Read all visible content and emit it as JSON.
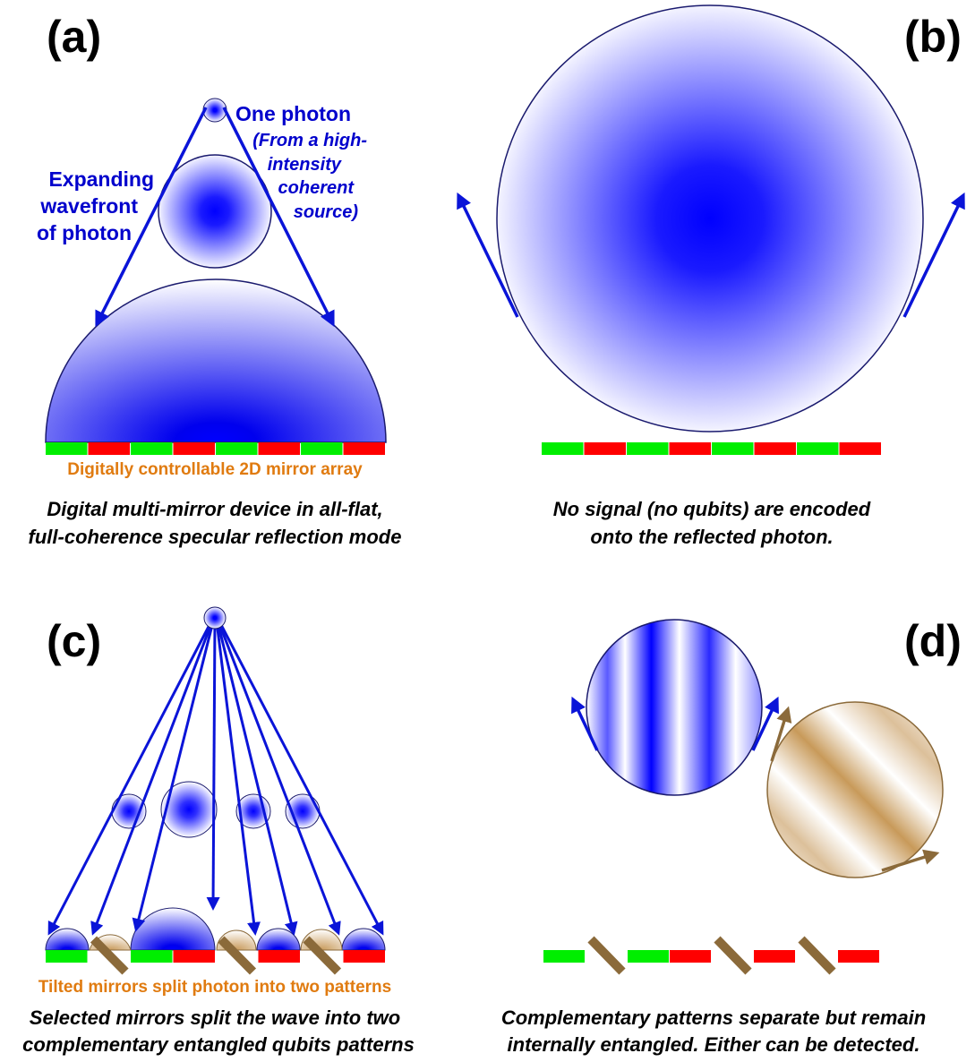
{
  "panels": {
    "a": {
      "label": "(a)",
      "photon_label": "One photon",
      "source_note": [
        "(From a high-",
        "intensity",
        "coherent",
        "source)"
      ],
      "wavefront_label": [
        "Expanding",
        "wavefront",
        "of photon"
      ],
      "mirror_array_label": "Digitally controllable 2D mirror array",
      "caption": [
        "Digital multi-mirror device in all-flat,",
        "full-coherence specular reflection mode"
      ]
    },
    "b": {
      "label": "(b)",
      "caption": [
        "No signal (no qubits) are encoded",
        "onto the reflected photon."
      ]
    },
    "c": {
      "label": "(c)",
      "tilted_label": "Tilted mirrors split photon into two patterns",
      "caption": [
        "Selected mirrors split the wave into two",
        "complementary entangled qubits patterns"
      ]
    },
    "d": {
      "label": "(d)",
      "caption": [
        "Complementary patterns separate but remain",
        "internally entangled. Either can be detected."
      ]
    }
  },
  "colors": {
    "wave_blue": "#0000ff",
    "arrow_blue": "#0a14d8",
    "outline_navy": "#1a1a6e",
    "mirror_green": "#00ee00",
    "mirror_red": "#ff0000",
    "mirror_tilted_brown": "#8b6a3a",
    "brown_wave": "#c89a5a",
    "label_orange": "#e07b10"
  },
  "mirror_sequences": {
    "a": [
      "green",
      "red",
      "green",
      "red",
      "green",
      "red",
      "green",
      "red"
    ],
    "b": [
      "green",
      "red",
      "green",
      "red",
      "green",
      "red",
      "green",
      "red"
    ],
    "c": [
      "green",
      "tilted",
      "green",
      "red",
      "tilted",
      "red",
      "tilted",
      "red"
    ],
    "d": [
      "green",
      "tilted",
      "green",
      "red",
      "tilted",
      "red",
      "tilted",
      "red"
    ]
  },
  "icons": {
    "photon": "blue-radial-dot",
    "arrow": "blue-arrow",
    "brown_arrow": "brown-arrow"
  }
}
